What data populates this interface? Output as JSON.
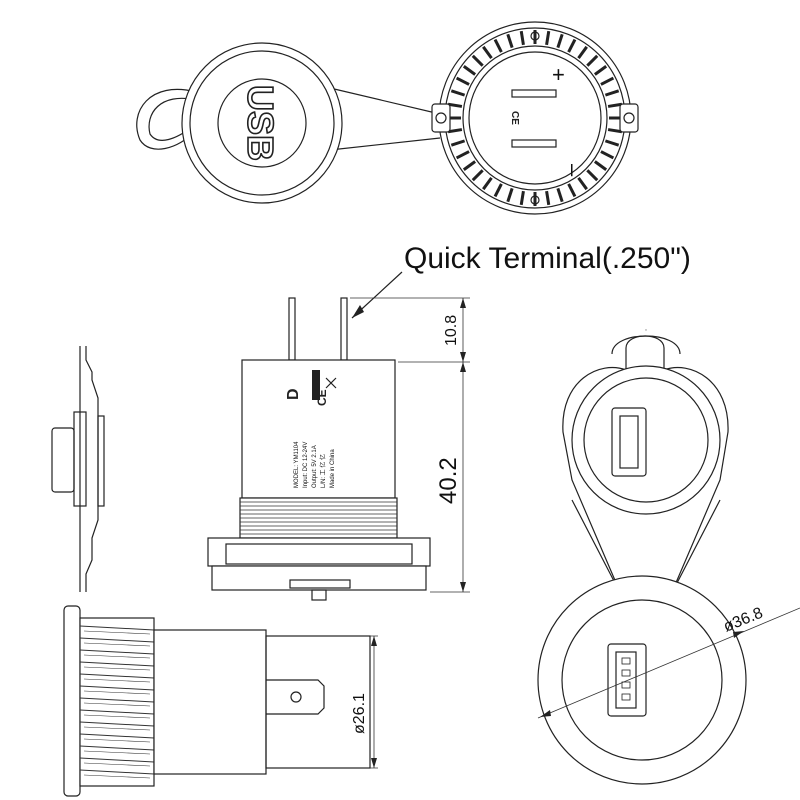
{
  "annotations": {
    "quick_terminal": "Quick Terminal(.250\")",
    "height_terminal": "10.8",
    "height_body": "40.2",
    "diameter_flange": "ø36.8",
    "diameter_thread": "ø26.1"
  },
  "cap_text": "USB",
  "body_label": {
    "model": "MODEL: YM1104",
    "input": "Input: DC 12-24V",
    "output": "Output: 5V 2.1A",
    "ln": "L/N: 工 亿 亿",
    "made_in": "Made in China"
  },
  "polarity": {
    "plus": "+",
    "minus": "–"
  }
}
